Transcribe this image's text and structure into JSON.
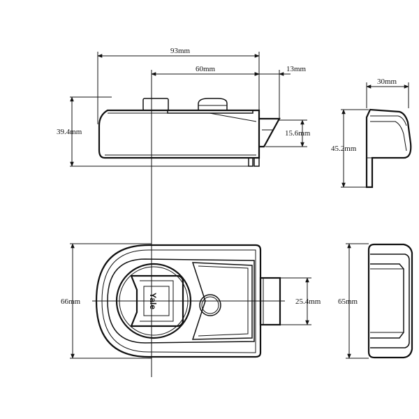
{
  "dimensions": {
    "overall_length": "93mm",
    "case_length": "60mm",
    "bolt_projection": "13mm",
    "depth": "30mm",
    "height_side": "39.4mm",
    "bolt_height": "15.6mm",
    "height_end": "45.2mm",
    "width_front": "66mm",
    "bolt_width": "25.4mm",
    "width_end": "65mm"
  },
  "logo": "Yale"
}
